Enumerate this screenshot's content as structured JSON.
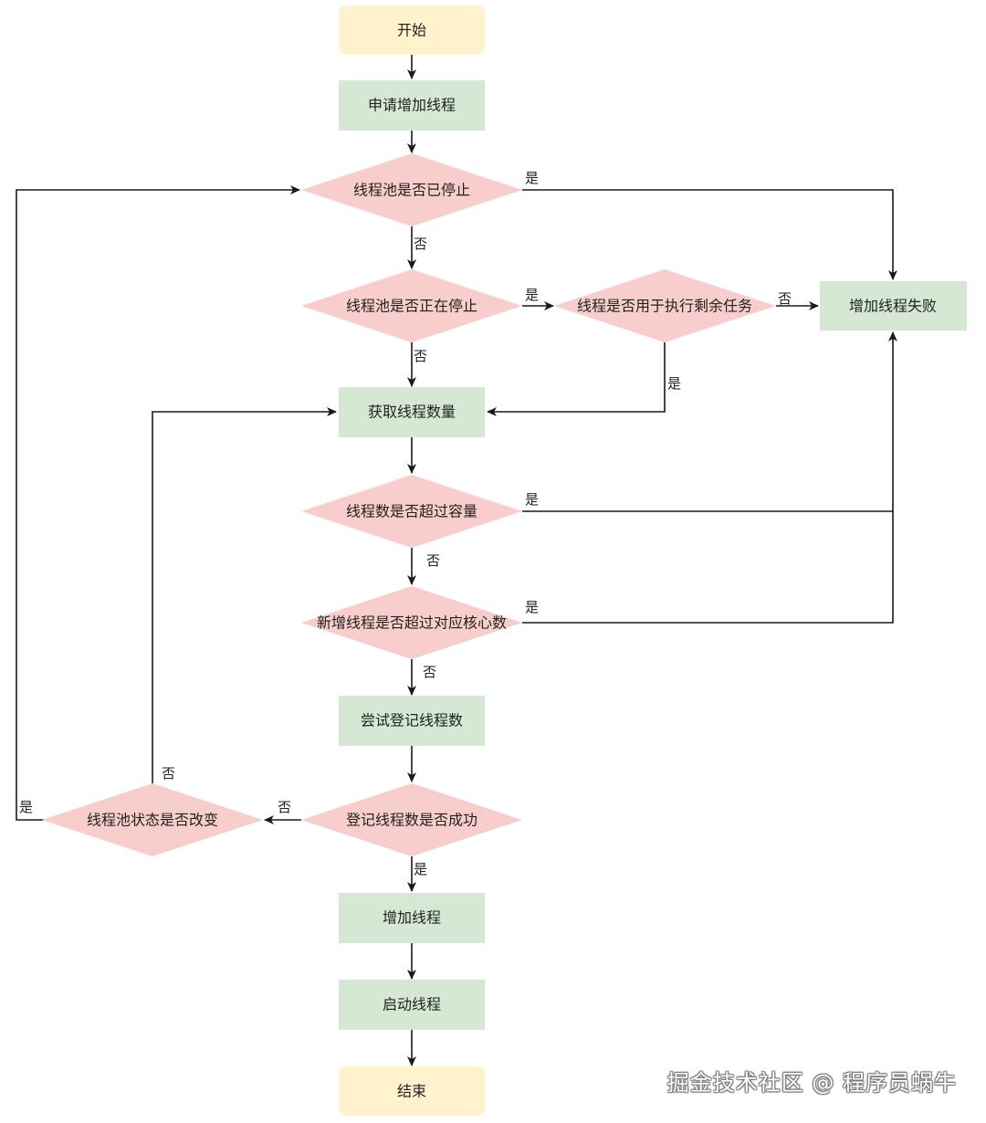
{
  "diagram": {
    "colors": {
      "terminal": "#fff2cc",
      "process": "#d5e8d4",
      "decision": "#f8cecc",
      "line": "#1a1a1a"
    },
    "nodes": {
      "start": "开始",
      "apply": "申请增加线程",
      "is_stopped": "线程池是否已停止",
      "is_stopping": "线程池是否正在停止",
      "for_remaining": "线程是否用于执行剩余任务",
      "add_fail": "增加线程失败",
      "get_count": "获取线程数量",
      "over_capacity": "线程数是否超过容量",
      "over_core": "新增线程是否超过对应核心数",
      "try_register": "尝试登记线程数",
      "register_ok": "登记线程数是否成功",
      "state_changed": "线程池状态是否改变",
      "add_thread": "增加线程",
      "start_thread": "启动线程",
      "end": "结束"
    },
    "labels": {
      "yes": "是",
      "no": "否"
    }
  },
  "watermark": "掘金技术社区 @ 程序员蜗牛"
}
